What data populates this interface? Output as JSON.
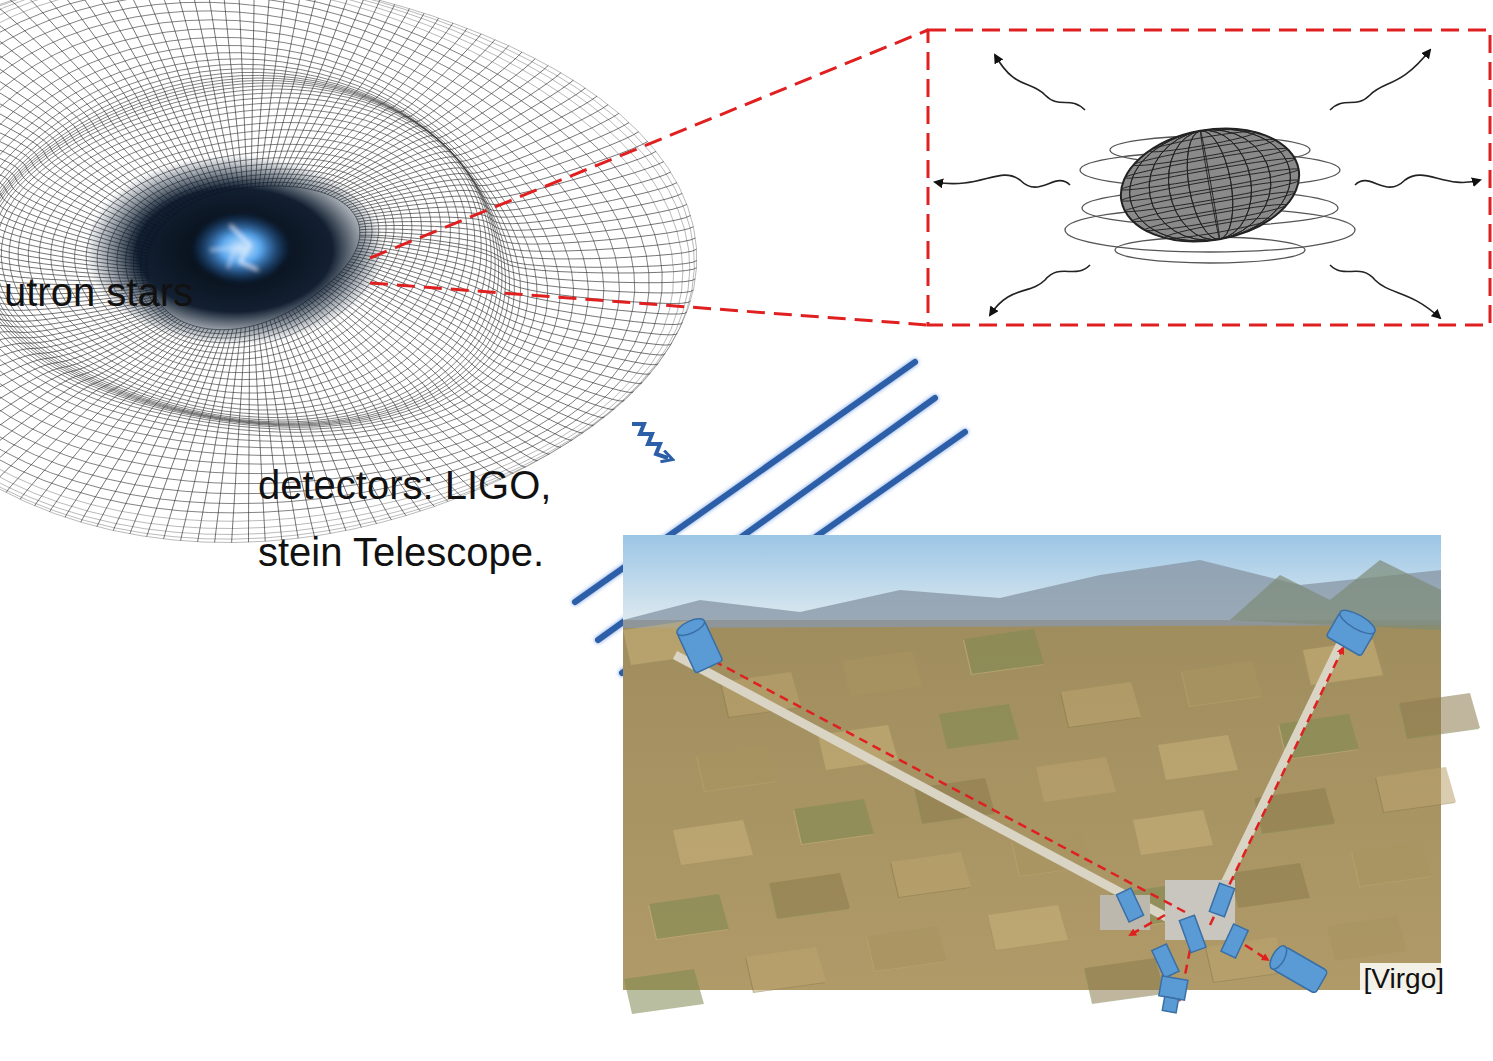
{
  "diagram": {
    "labels": [
      "utron stars",
      "detectors: LIGO,",
      "stein Telescope.",
      "[Virgo]"
    ]
  }
}
